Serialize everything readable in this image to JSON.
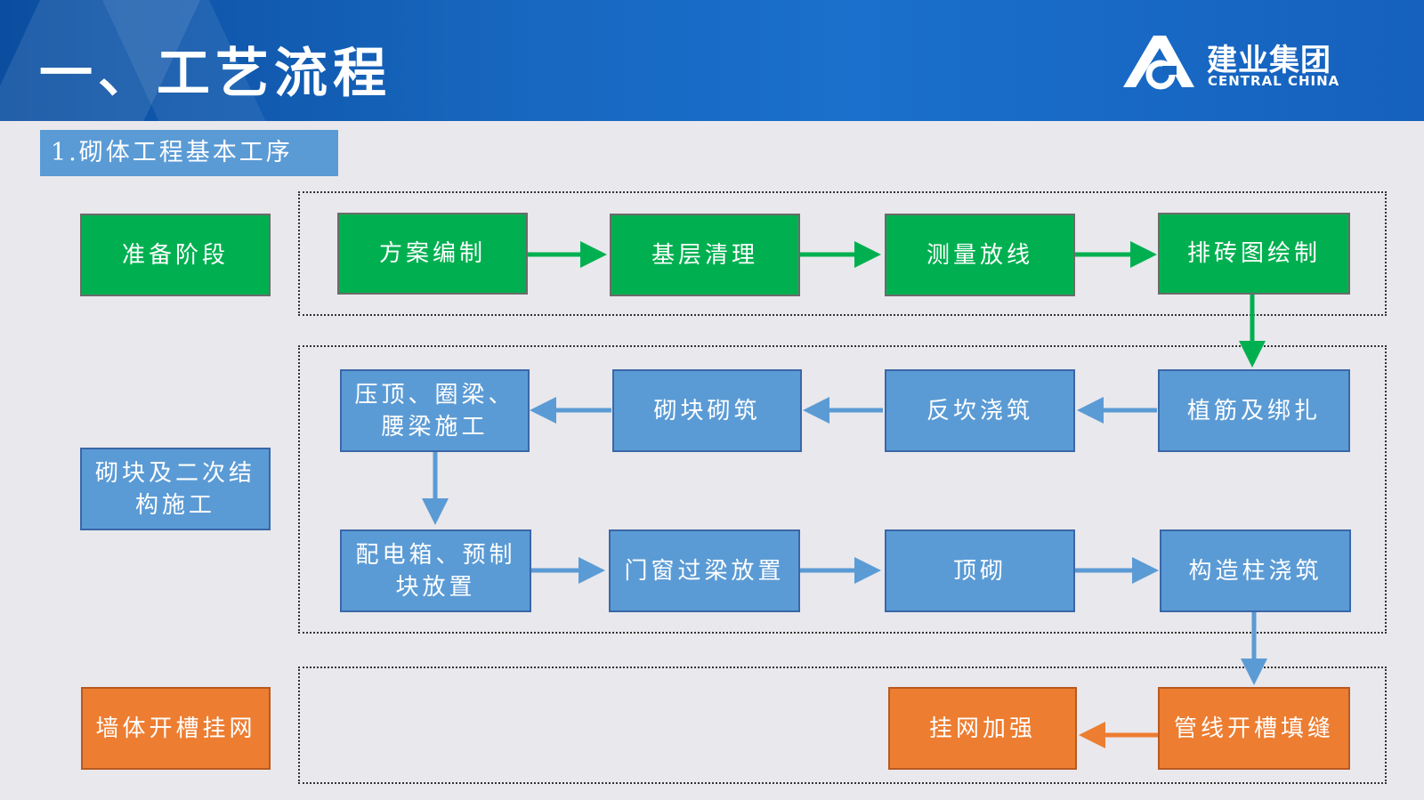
{
  "header": {
    "title": "一、工艺流程",
    "logo_cn": "建业集团",
    "logo_en": "CENTRAL CHINA"
  },
  "subtitle": "1.砌体工程基本工序",
  "stages": {
    "prep": "准备阶段",
    "masonry": "砌块及二次结构施工",
    "slot": "墙体开槽挂网"
  },
  "steps": {
    "s1": "方案编制",
    "s2": "基层清理",
    "s3": "测量放线",
    "s4": "排砖图绘制",
    "s5": "植筋及绑扎",
    "s6": "反坎浇筑",
    "s7": "砌块砌筑",
    "s8": "压顶、圈梁、腰梁施工",
    "s9": "配电箱、预制块放置",
    "s10": "门窗过梁放置",
    "s11": "顶砌",
    "s12": "构造柱浇筑",
    "s13": "管线开槽填缝",
    "s14": "挂网加强"
  },
  "colors": {
    "green": "#00b050",
    "blue": "#5b9bd5",
    "orange": "#ed7d31",
    "header": "#1766be"
  }
}
